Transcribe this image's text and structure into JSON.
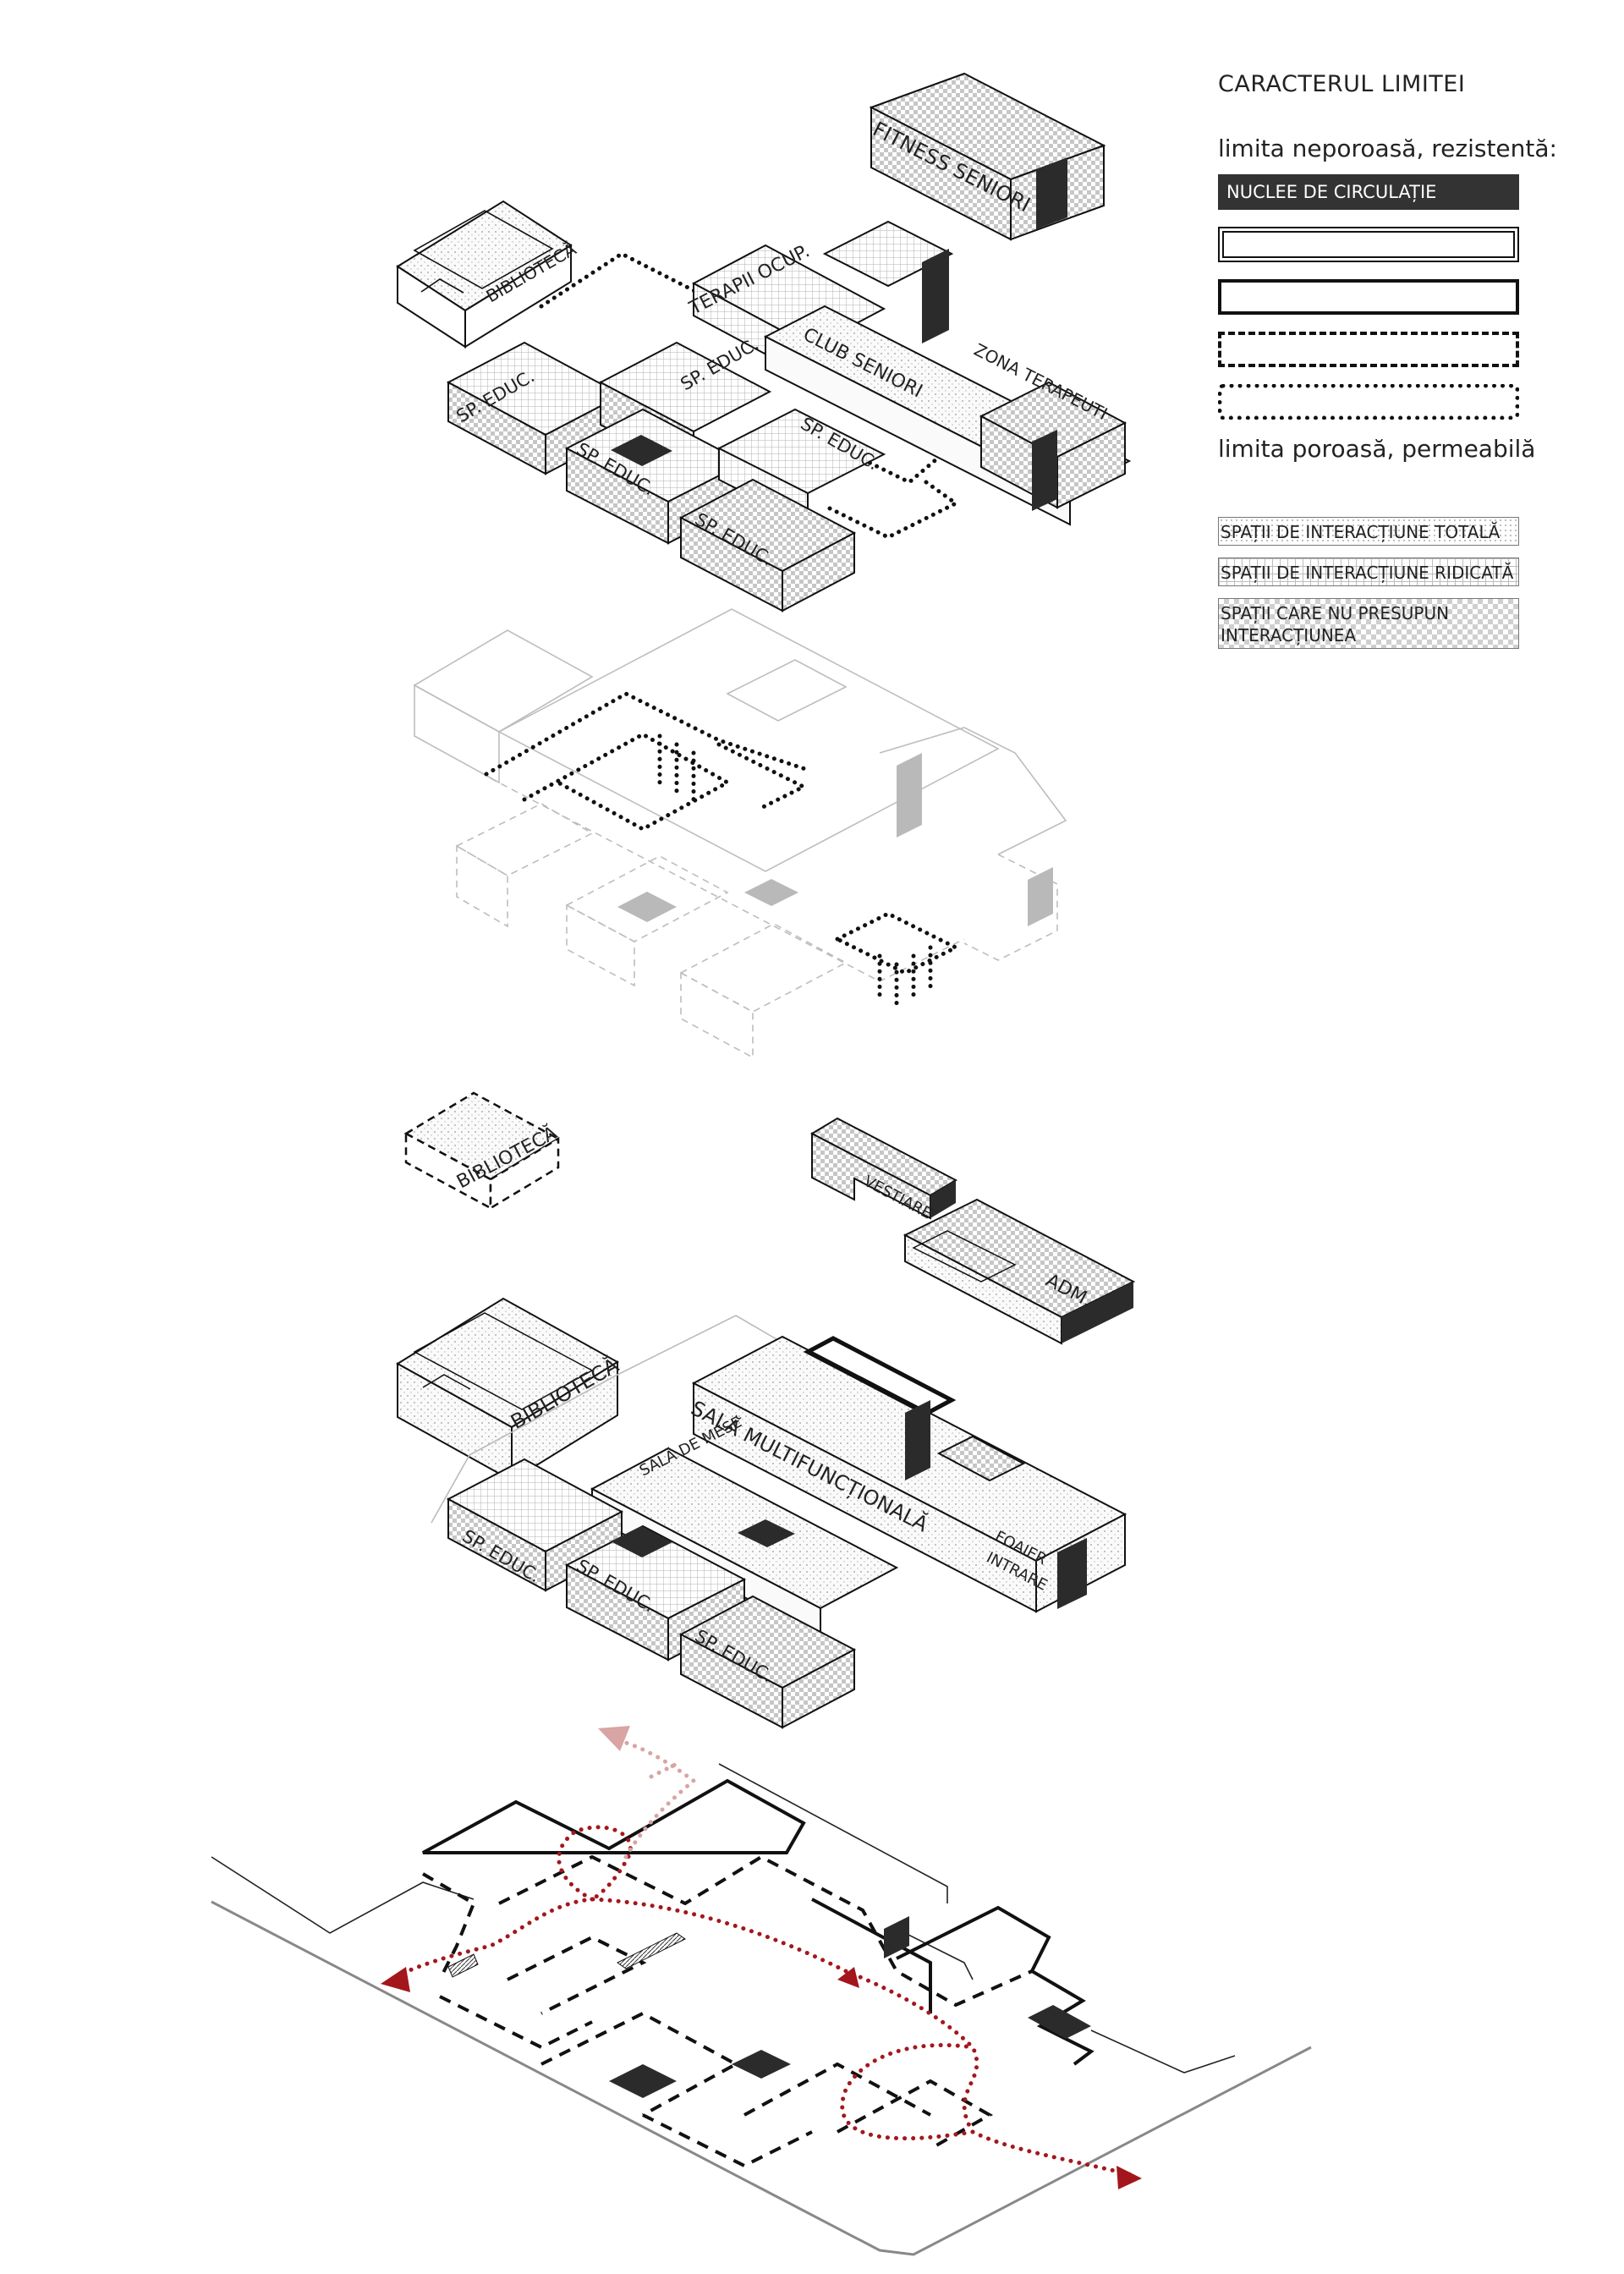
{
  "legend": {
    "title": "CARACTERUL LIMITEI",
    "top_text": "limita neporoasă, rezistentă:",
    "circulation_label": "NUCLEE DE CIRCULAȚIE",
    "bottom_text": "limita poroasă, permeabilă",
    "total_interaction": "SPAȚII DE INTERACȚIUNE TOTALĂ",
    "high_interaction": "SPAȚII DE INTERACȚIUNE RIDICATĂ",
    "no_interaction_line1": "SPAȚII CARE NU PRESUPUN",
    "no_interaction_line2": "INTERACȚIUNEA"
  },
  "layer1": {
    "fitness": "FITNESS SENIORI",
    "biblioteca": "BIBLIOTECĂ",
    "terapii": "TERAPII OCUP.",
    "club": "CLUB SENIORI",
    "zona": "ZONA TERAPEUTI",
    "sp1": "SP. EDUC.",
    "sp2": "SP. EDUC.",
    "sp3": "SP. EDUC.",
    "sp4": "SP. EDUC.",
    "sp5": "SP. EDUC."
  },
  "layer3": {
    "biblioteca": "BIBLIOTECĂ",
    "vestiare": "VESTIARE",
    "adm": "ADM."
  },
  "layer4": {
    "biblioteca": "BIBLIOTECĂ",
    "sala_multi": "SALĂ MULTIFUNCȚIONALĂ",
    "sala_mese": "SALĂ DE MESE",
    "foaier": "FOAIER",
    "intrare": "INTRARE",
    "sp1": "SP. EDUC.",
    "sp2": "SP. EDUC.",
    "sp3": "SP. EDUC."
  },
  "colors": {
    "line": "#111111",
    "core": "#2b2b2b",
    "grey": "#b9b9b9",
    "path": "#a3171c",
    "path_light": "#d8a4a4"
  }
}
